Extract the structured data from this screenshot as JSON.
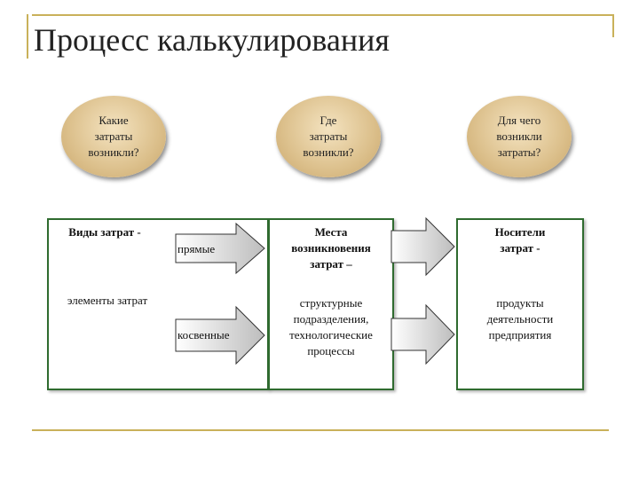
{
  "title": "Процесс калькулирования",
  "questions": [
    [
      "Какие",
      "затраты",
      "возникли?"
    ],
    [
      "Где",
      "затраты",
      "возникли?"
    ],
    [
      "Для чего",
      "возникли",
      "затраты?"
    ]
  ],
  "box1": {
    "heading": "Виды  затрат -",
    "sub": "элементы затрат",
    "direct": "прямые",
    "indirect": "косвенные"
  },
  "box2": {
    "heading": [
      "Места",
      "возникновения",
      "затрат –"
    ],
    "body": [
      "структурные",
      "подразделения,",
      "технологические",
      "процессы"
    ]
  },
  "box3": {
    "heading": [
      "Носители",
      "затрат -"
    ],
    "body": [
      "продукты",
      "деятельности",
      "предприятия"
    ]
  }
}
